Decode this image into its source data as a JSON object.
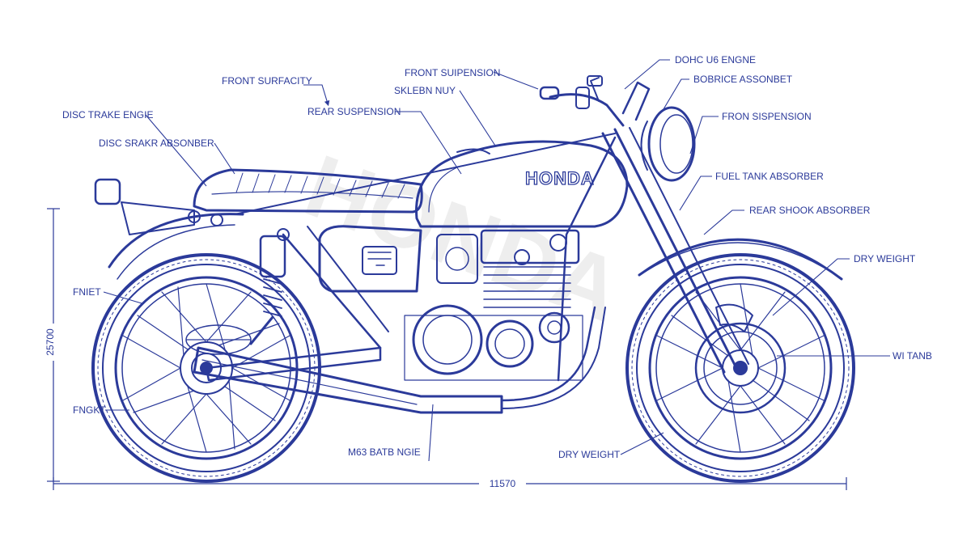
{
  "colors": {
    "ink": "#2b3a9a",
    "ink_light": "#6f7fc6",
    "background": "#ffffff",
    "watermark": "#e6e6e6"
  },
  "brand": "HONDA",
  "watermark": "HONDA",
  "callouts": {
    "front_surfacity": "FRONT SURFACITY",
    "disc_trake_engie": "DISC TRAKE ENGIE",
    "disc_srakr_absonber": "DISC SRAKR ABSONBER",
    "front_suspension_top": "FRONT SUIPENSION",
    "skleb_nuy": "SKLEBN NUY",
    "rear_suspension": "REAR SUSPENSION",
    "dohc_engine": "DOHC U6 ENGNE",
    "bobrece_assonber": "BOBRICE ASSONBET",
    "fron_sispension": "FRON  SISPENSION",
    "fuel_tank_absorber": "FUEL TANK ABSORBER",
    "rear_shook_absorber": "REAR SHOOK ABSORBER",
    "dry_weight_right": "DRY WEIGHT",
    "wi_tanb": "WI TANB",
    "dry_weight_bottom": "DRY WEIGHT",
    "m63_batb_ngie": "M63 BATB NGIE",
    "fniet": "FNIET",
    "fngkt": "FNGKT"
  },
  "dimensions": {
    "height": "25700",
    "length": "11570"
  }
}
